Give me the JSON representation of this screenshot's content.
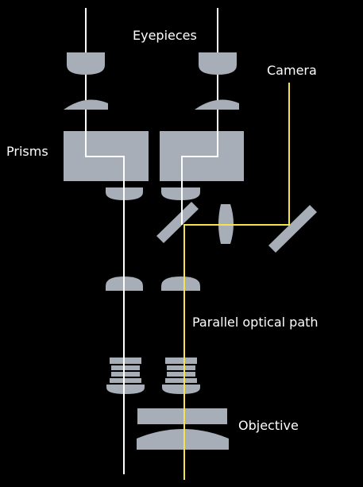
{
  "labels": {
    "eyepieces": "Eyepieces",
    "camera": "Camera",
    "prisms": "Prisms",
    "parallel_path": "Parallel optical path",
    "objective": "Objective"
  },
  "colors": {
    "background": "#000000",
    "optics": "#a7aeb8",
    "light_path_white": "#ffffff",
    "light_path_yellow": "#f4e34a"
  }
}
